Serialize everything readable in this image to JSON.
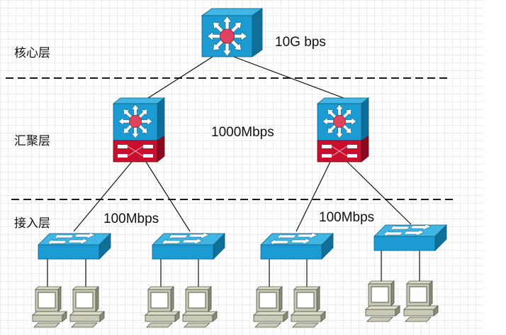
{
  "diagram": {
    "title": "",
    "layers": [
      {
        "id": "core",
        "label": "核心层",
        "bandwidth": "10G bps"
      },
      {
        "id": "distribution",
        "label": "汇聚层",
        "bandwidth": "1000Mbps"
      },
      {
        "id": "access",
        "label": "接入层",
        "bandwidth_left": "100Mbps",
        "bandwidth_right": "100Mbps"
      }
    ],
    "nodes": {
      "core": [
        {
          "id": "core-switch",
          "type": "layer3-switch"
        }
      ],
      "distribution": [
        {
          "id": "dist-switch-1",
          "type": "multilayer-switch"
        },
        {
          "id": "dist-switch-2",
          "type": "multilayer-switch"
        }
      ],
      "access": [
        {
          "id": "access-switch-1",
          "type": "workgroup-switch",
          "parent": "dist-switch-1"
        },
        {
          "id": "access-switch-2",
          "type": "workgroup-switch",
          "parent": "dist-switch-1"
        },
        {
          "id": "access-switch-3",
          "type": "workgroup-switch",
          "parent": "dist-switch-2"
        },
        {
          "id": "access-switch-4",
          "type": "workgroup-switch",
          "parent": "dist-switch-2"
        }
      ],
      "pcs_per_access_switch": 2
    },
    "colors": {
      "switch_blue": "#1b9bd1",
      "switch_side": "#0f6f96",
      "switch_top": "#3fb6e6",
      "router_red": "#c8102e",
      "center_red": "#e0435f",
      "pc_body": "#c9c9b5",
      "pc_dark": "#6e6e5e",
      "dashed_line": "#1a1a1a"
    }
  }
}
